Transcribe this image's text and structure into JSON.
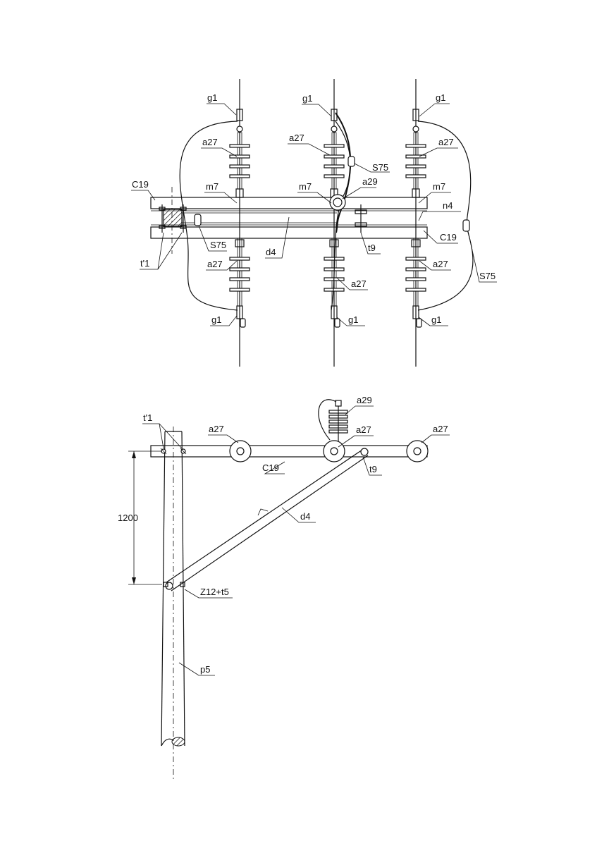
{
  "labels": {
    "g1": "g1",
    "a27": "a27",
    "s75": "S75",
    "c19": "C19",
    "m7": "m7",
    "a29": "a29",
    "n4": "n4",
    "t1": "t'1",
    "t9": "t9",
    "d4": "d4",
    "z12t5": "Z12+t5",
    "p5": "p5"
  },
  "dimension": {
    "value": "1200"
  },
  "colors": {
    "line": "#111111",
    "hatch": "#111111",
    "background": "#ffffff"
  }
}
